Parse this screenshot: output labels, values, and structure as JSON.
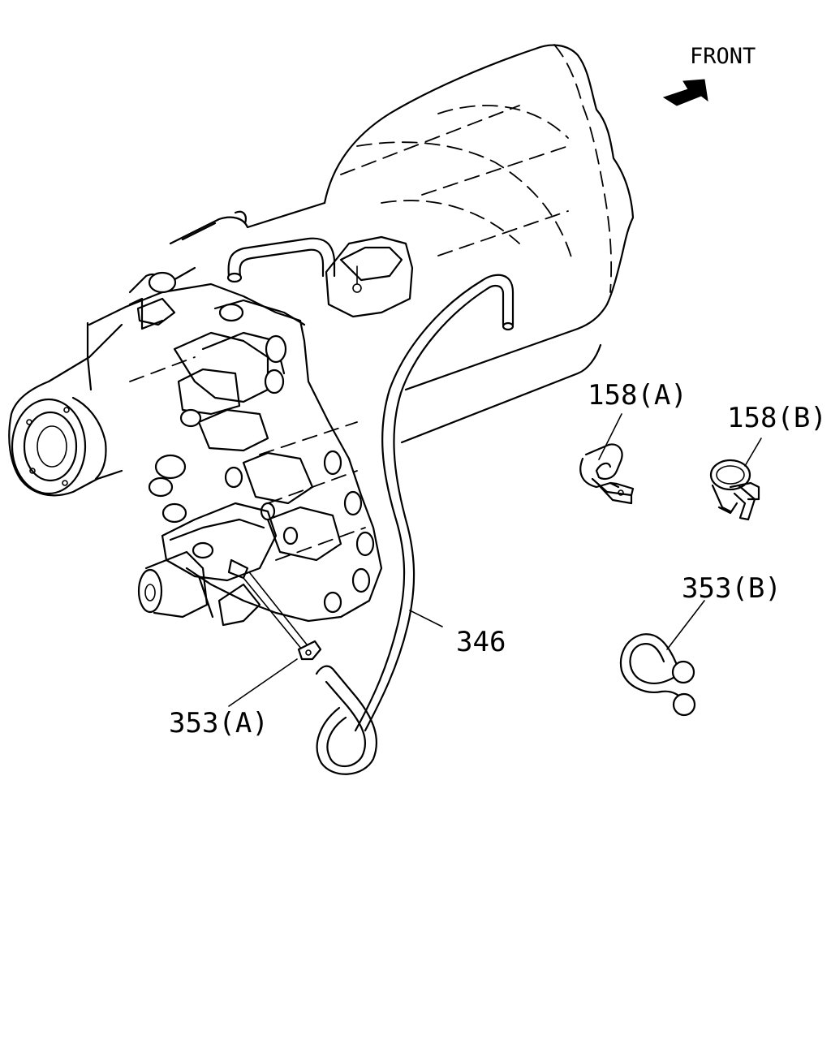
{
  "labels": {
    "front": "FRONT",
    "part_158a": "158(A)",
    "part_158b": "158(B)",
    "part_353b": "353(B)",
    "part_346": "346",
    "part_353a": "353(A)"
  }
}
